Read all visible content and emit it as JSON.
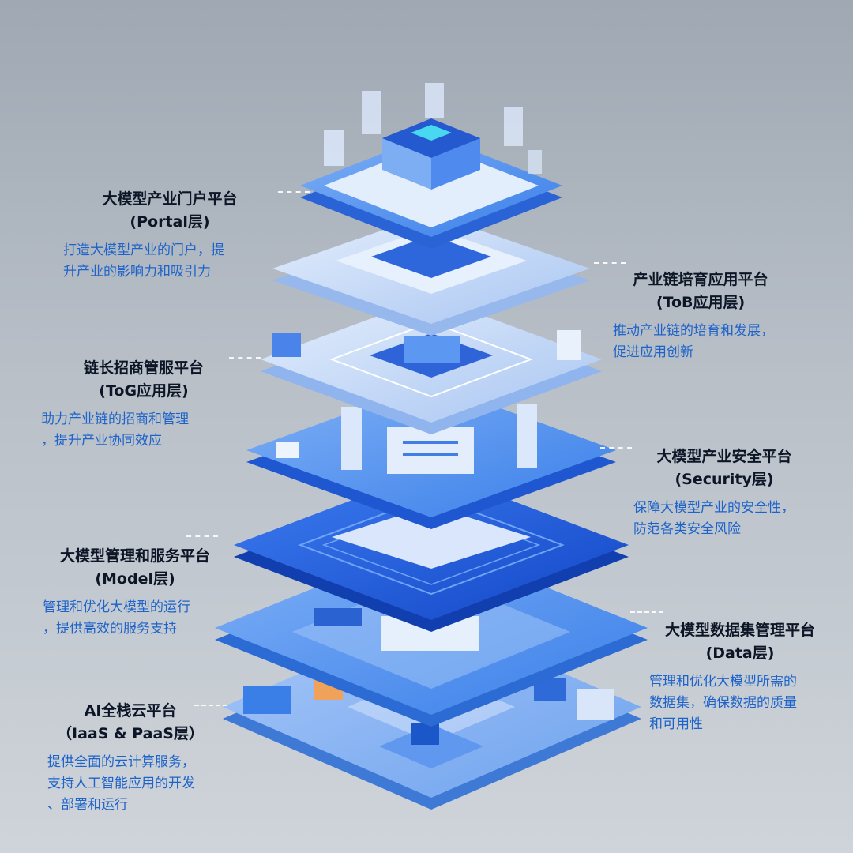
{
  "colors": {
    "deep_blue": "#1d5fe0",
    "mid_blue": "#3f87ef",
    "light_blue": "#c9dcf8",
    "title_text": "#0d1626",
    "desc_text": "#1d63c9"
  },
  "layers": [
    {
      "key": "portal",
      "title_line1": "大模型产业门户平台",
      "title_line2": "(Portal层)",
      "desc_line1": "打造大模型产业的门户，提",
      "desc_line2": "升产业的影响力和吸引力"
    },
    {
      "key": "tob",
      "title_line1": "产业链培育应用平台",
      "title_line2": "(ToB应用层)",
      "desc_line1": "推动产业链的培育和发展，",
      "desc_line2": "促进应用创新"
    },
    {
      "key": "tog",
      "title_line1": "链长招商管服平台",
      "title_line2": "(ToG应用层)",
      "desc_line1": "助力产业链的招商和管理",
      "desc_line2": "，提升产业协同效应"
    },
    {
      "key": "security",
      "title_line1": "大模型产业安全平台",
      "title_line2": "(Security层)",
      "desc_line1": "保障大模型产业的安全性，",
      "desc_line2": "防范各类安全风险"
    },
    {
      "key": "model",
      "title_line1": "大模型管理和服务平台",
      "title_line2": "(Model层)",
      "desc_line1": "管理和优化大模型的运行",
      "desc_line2": "，提供高效的服务支持"
    },
    {
      "key": "data",
      "title_line1": "大模型数据集管理平台",
      "title_line2": "(Data层)",
      "desc_line1": "管理和优化大模型所需的",
      "desc_line2": "数据集，确保数据的质量",
      "desc_line3": "和可用性"
    },
    {
      "key": "cloud",
      "title_line1": "AI全栈云平台",
      "title_line2": "（IaaS & PaaS层）",
      "desc_line1": "提供全面的云计算服务，",
      "desc_line2": "支持人工智能应用的开发",
      "desc_line3": "、部署和运行"
    }
  ]
}
